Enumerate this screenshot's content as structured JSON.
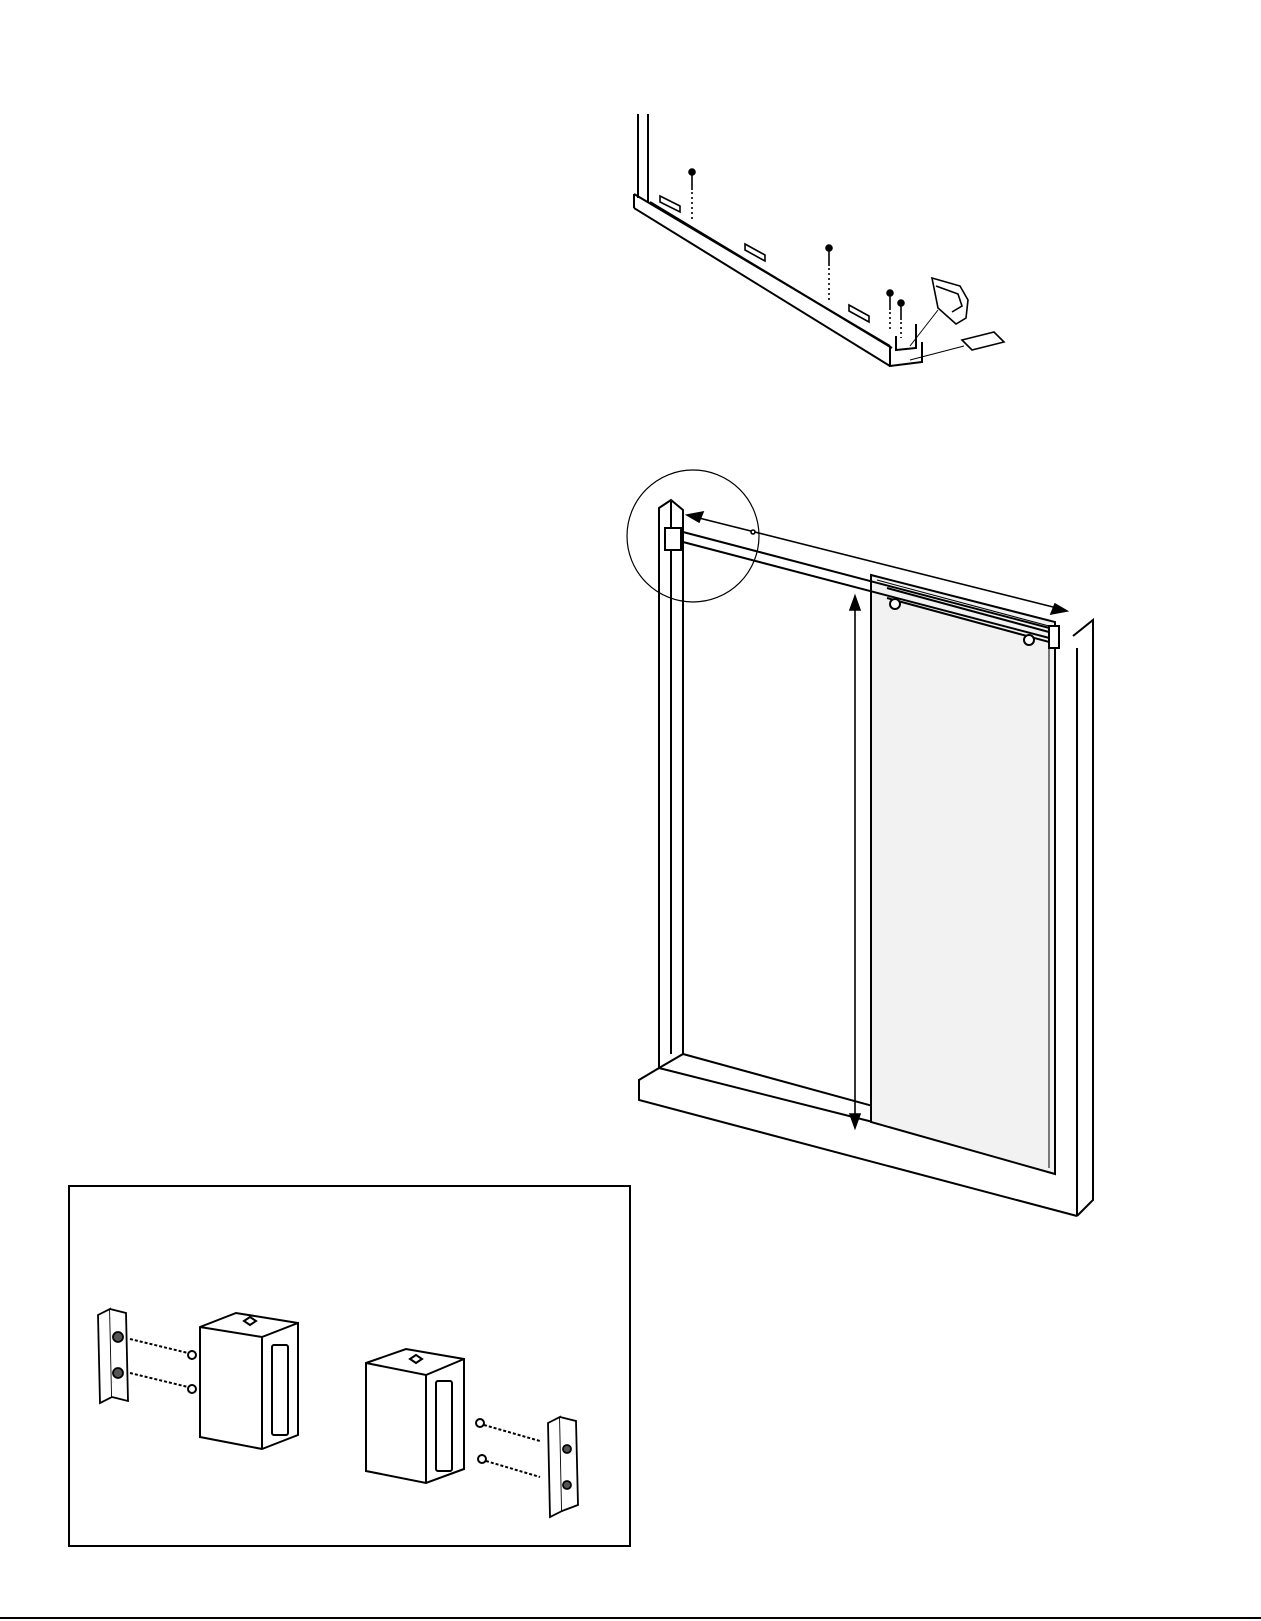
{
  "page": {
    "title": "",
    "ink_color": "#000000",
    "paper_color": "#ffffff",
    "glass_tint": "#f2f2f2"
  },
  "figures": {
    "threshold_assembly": {
      "parts": [
        "threshold-track",
        "setting-block",
        "setting-block",
        "setting-block",
        "screw",
        "screw",
        "screw",
        "screw",
        "end-cap-guide",
        "end-cap-plate"
      ]
    },
    "sliding_door": {
      "parts": [
        "wall-jamb-left",
        "wall-jamb-right",
        "header-rail",
        "door-panel",
        "roller",
        "roller",
        "rail-bracket"
      ],
      "callouts": [
        "width-arrow",
        "height-arrow",
        "detail-circle"
      ]
    },
    "bracket_detail": {
      "parts": [
        "wall-clip-left",
        "bracket-block-left",
        "screw",
        "screw",
        "bracket-block-right",
        "wall-clip-right",
        "screw",
        "screw"
      ]
    }
  }
}
